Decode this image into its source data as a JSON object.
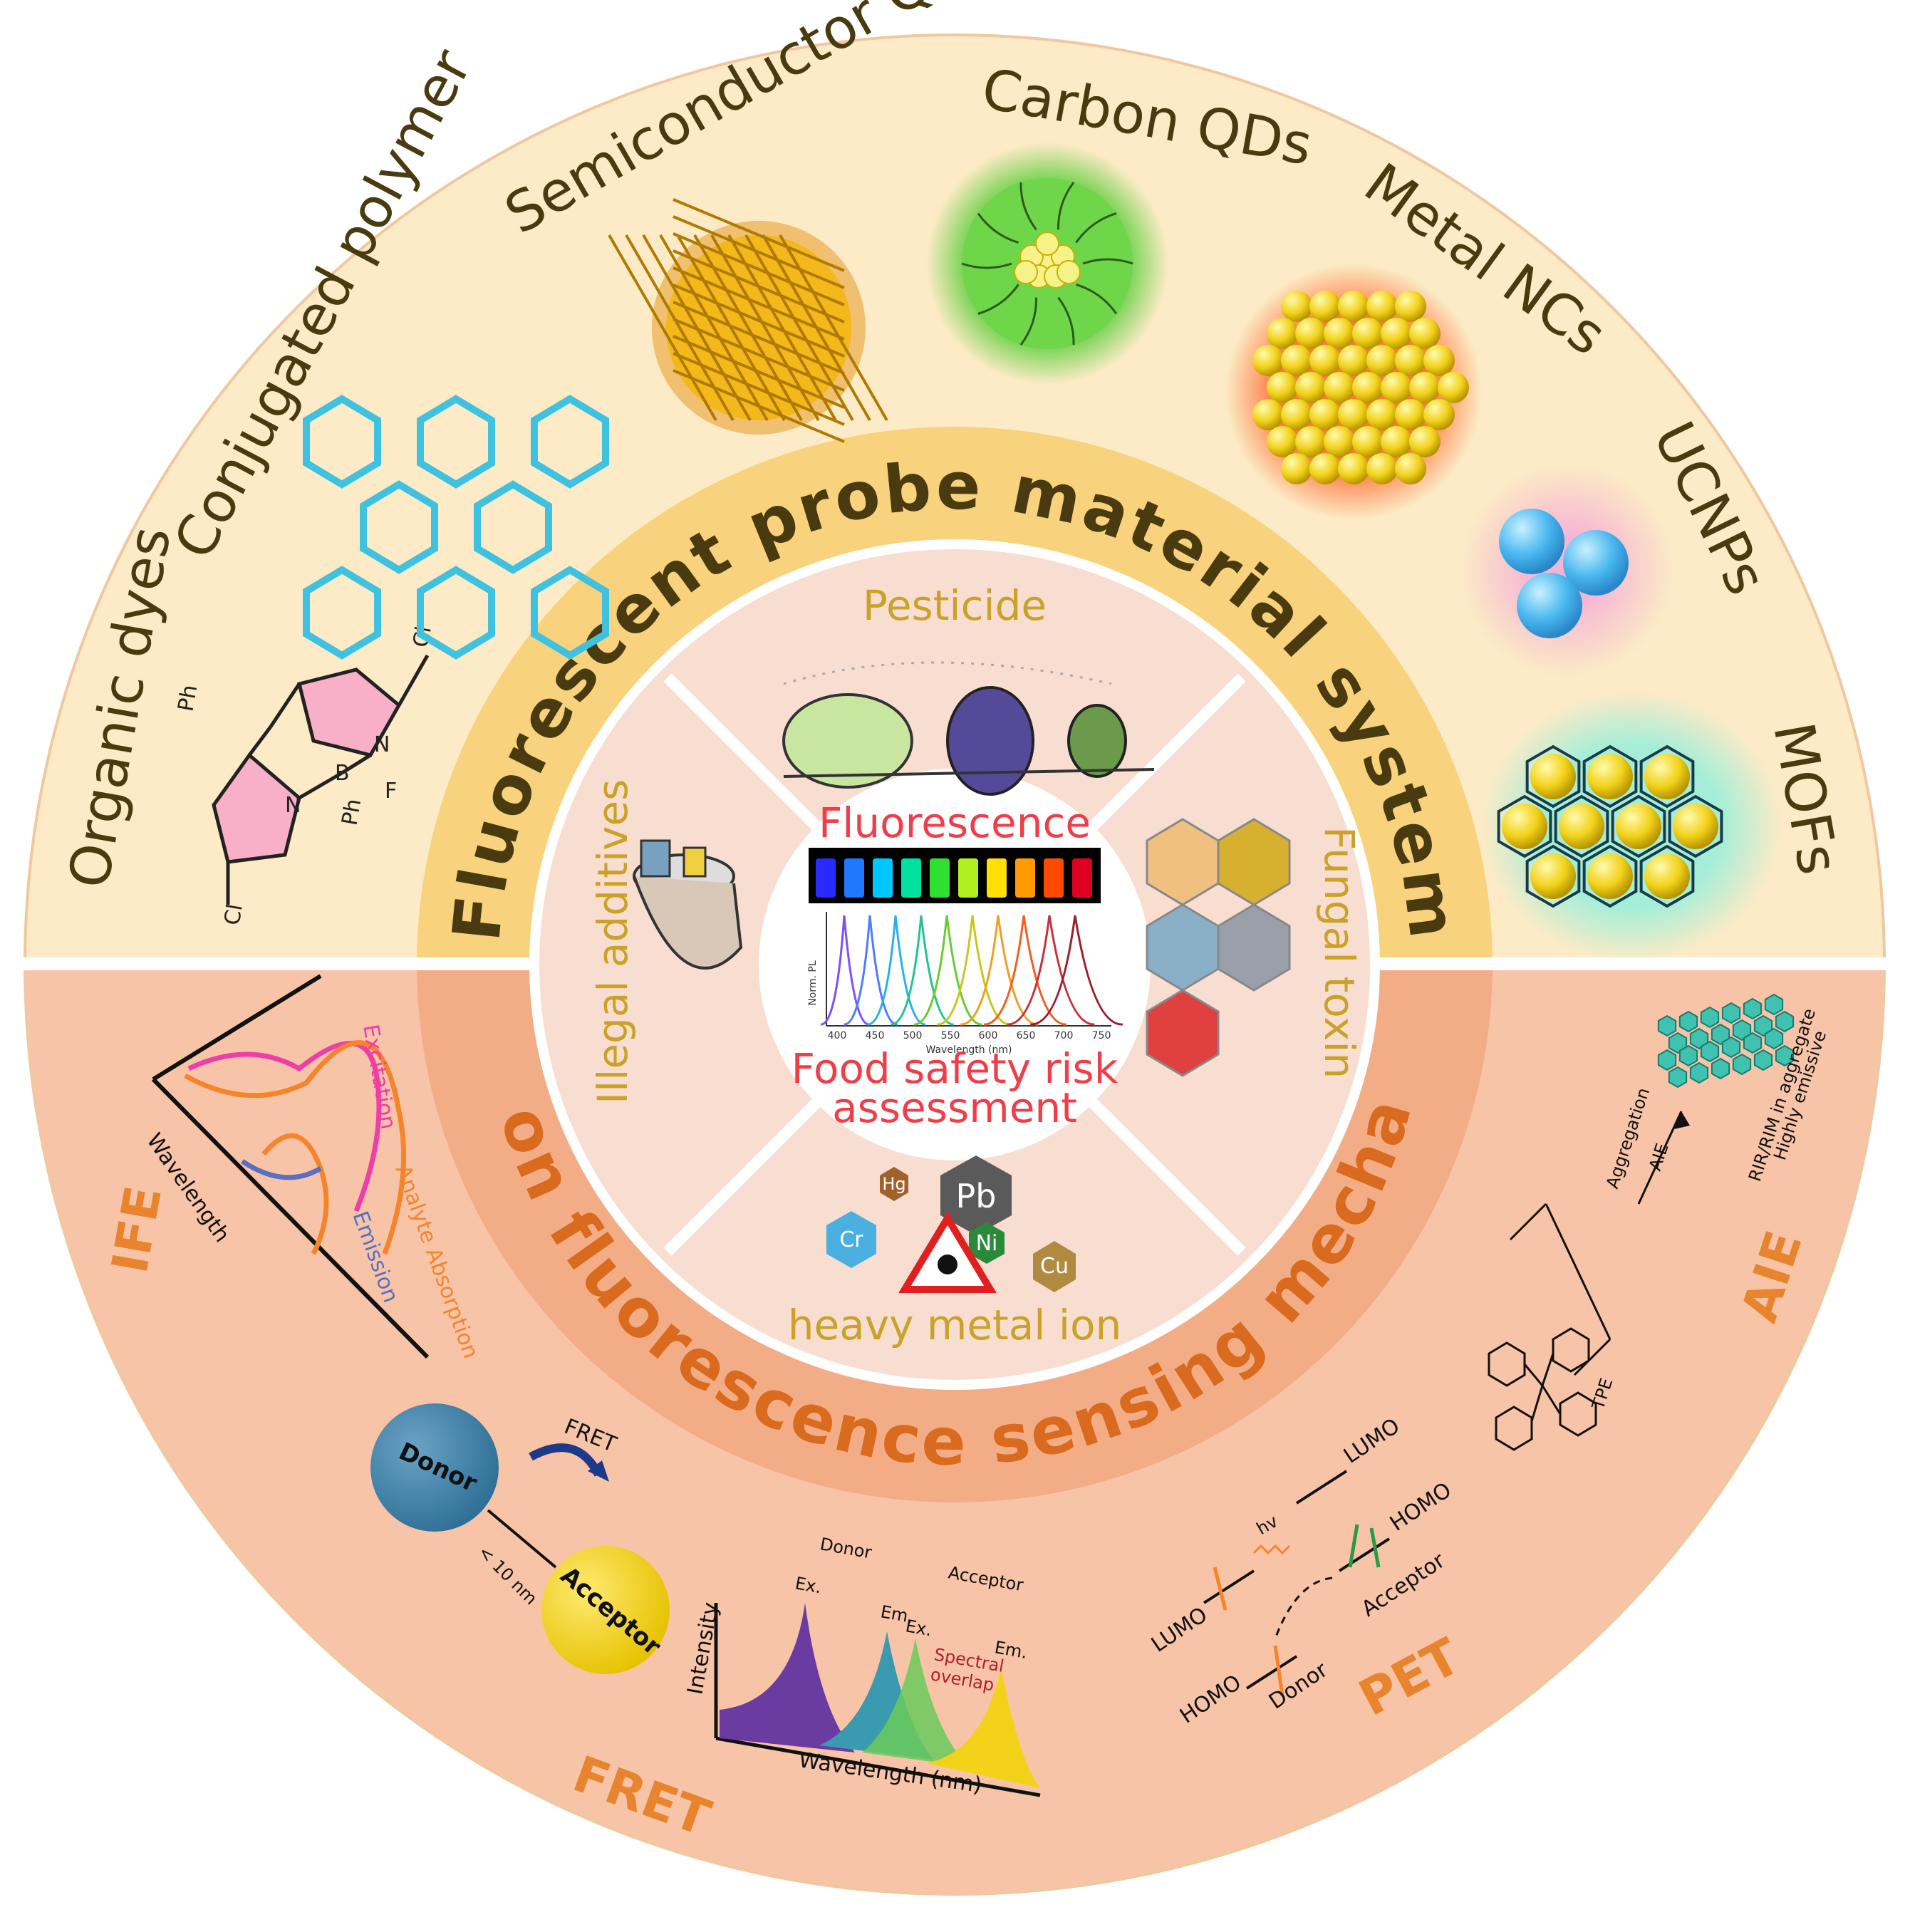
{
  "colors": {
    "outer_top": "#fcebc6",
    "outer_bottom": "#f8c4a8",
    "mid_top": "#f8d27c",
    "mid_bottom": "#f3ad86",
    "inner_disc": "#f8ddd1",
    "center": "#ffffff",
    "material_text": "#4a3a10",
    "ring_title_top": "#4a3a10",
    "ring_title_bottom": "#d96a1e",
    "mechanism_text": "#e8842e",
    "sector_text": "#c9a227",
    "fluorescence_text": "#ef3e4a",
    "food_safety_text": "#ef3e4a"
  },
  "ring_titles": {
    "top": "Fluorescent probe material system",
    "bottom": "Common fluorescence sensing mechanisms"
  },
  "materials": [
    {
      "label": "Organic dyes",
      "icon": "bodipy-dye-icon"
    },
    {
      "label": "Conjugated polymer",
      "icon": "polymer-network-icon"
    },
    {
      "label": "Semiconductor QDs",
      "icon": "semiconductor-qd-icon"
    },
    {
      "label": "Carbon QDs",
      "icon": "carbon-qd-icon"
    },
    {
      "label": "Metal NCs",
      "icon": "metal-nanocluster-icon"
    },
    {
      "label": "UCNPs",
      "icon": "ucnp-spheres-icon"
    },
    {
      "label": "MOFs",
      "icon": "mof-framework-icon"
    }
  ],
  "dye_atoms": {
    "ph1": "Ph",
    "n1": "N",
    "cl1": "Cl",
    "b": "B",
    "f": "F",
    "ph2": "Ph",
    "n2": "N",
    "cl2": "Cl"
  },
  "sectors": {
    "pesticide": "Pesticide",
    "fungal": "Fungal toxin",
    "heavy_metal": "heavy metal ion",
    "illegal": "Illegal additives"
  },
  "metals": {
    "hg": "Hg",
    "pb": "Pb",
    "cr": "Cr",
    "ni": "Ni",
    "cu": "Cu"
  },
  "center": {
    "fluorescence": "Fluorescence",
    "food_safety_line1": "Food safety risk",
    "food_safety_line2": "assessment",
    "plot_ylabel": "Norm. PL",
    "plot_xlabel": "Wavelength (nm)",
    "plot_ticks": [
      "400",
      "450",
      "500",
      "550",
      "600",
      "650",
      "700",
      "750"
    ],
    "vial_colors": [
      "#2a2aff",
      "#1f78ff",
      "#00c8ff",
      "#00e0a0",
      "#30e030",
      "#b0f020",
      "#ffe000",
      "#ff9a00",
      "#ff4a00",
      "#e00020"
    ],
    "curve_colors": [
      "#7a50ff",
      "#4d7cff",
      "#2ab0e8",
      "#22c48a",
      "#6acb2e",
      "#c7c71e",
      "#f0a020",
      "#f06020",
      "#c83040",
      "#9a2030"
    ]
  },
  "mechanisms": {
    "ife": "IFE",
    "fret": "FRET",
    "pet": "PET",
    "aie": "AIE"
  },
  "ife_diagram": {
    "wavelength": "Wavelength",
    "excitation": "Excitation",
    "analyte": "Analyte Absorption",
    "emission": "Emission"
  },
  "fret_diagram": {
    "donor": "Donor",
    "acceptor": "Acceptor",
    "fret_arrow": "FRET",
    "distance": "< 10 nm",
    "intensity": "Intensity",
    "wavelength": "Wavelength (nm)",
    "donor_group": "Donor",
    "acceptor_group": "Acceptor",
    "ex1": "Ex.",
    "em1": "Em.",
    "ex2": "Ex.",
    "em2": "Em.",
    "overlap_line1": "Spectral",
    "overlap_line2": "overlap"
  },
  "pet_diagram": {
    "lumo_left": "LUMO",
    "homo_left": "HOMO",
    "donor": "Donor",
    "lumo_right": "LUMO",
    "homo_right": "HOMO",
    "acceptor": "Acceptor",
    "hv": "hv"
  },
  "aie_diagram": {
    "tpe": "TPE",
    "aggregation": "Aggregation",
    "aie": "AIE",
    "rir_line1": "RIR/RIM in aggregate",
    "rir_line2": "Highly emissive"
  }
}
